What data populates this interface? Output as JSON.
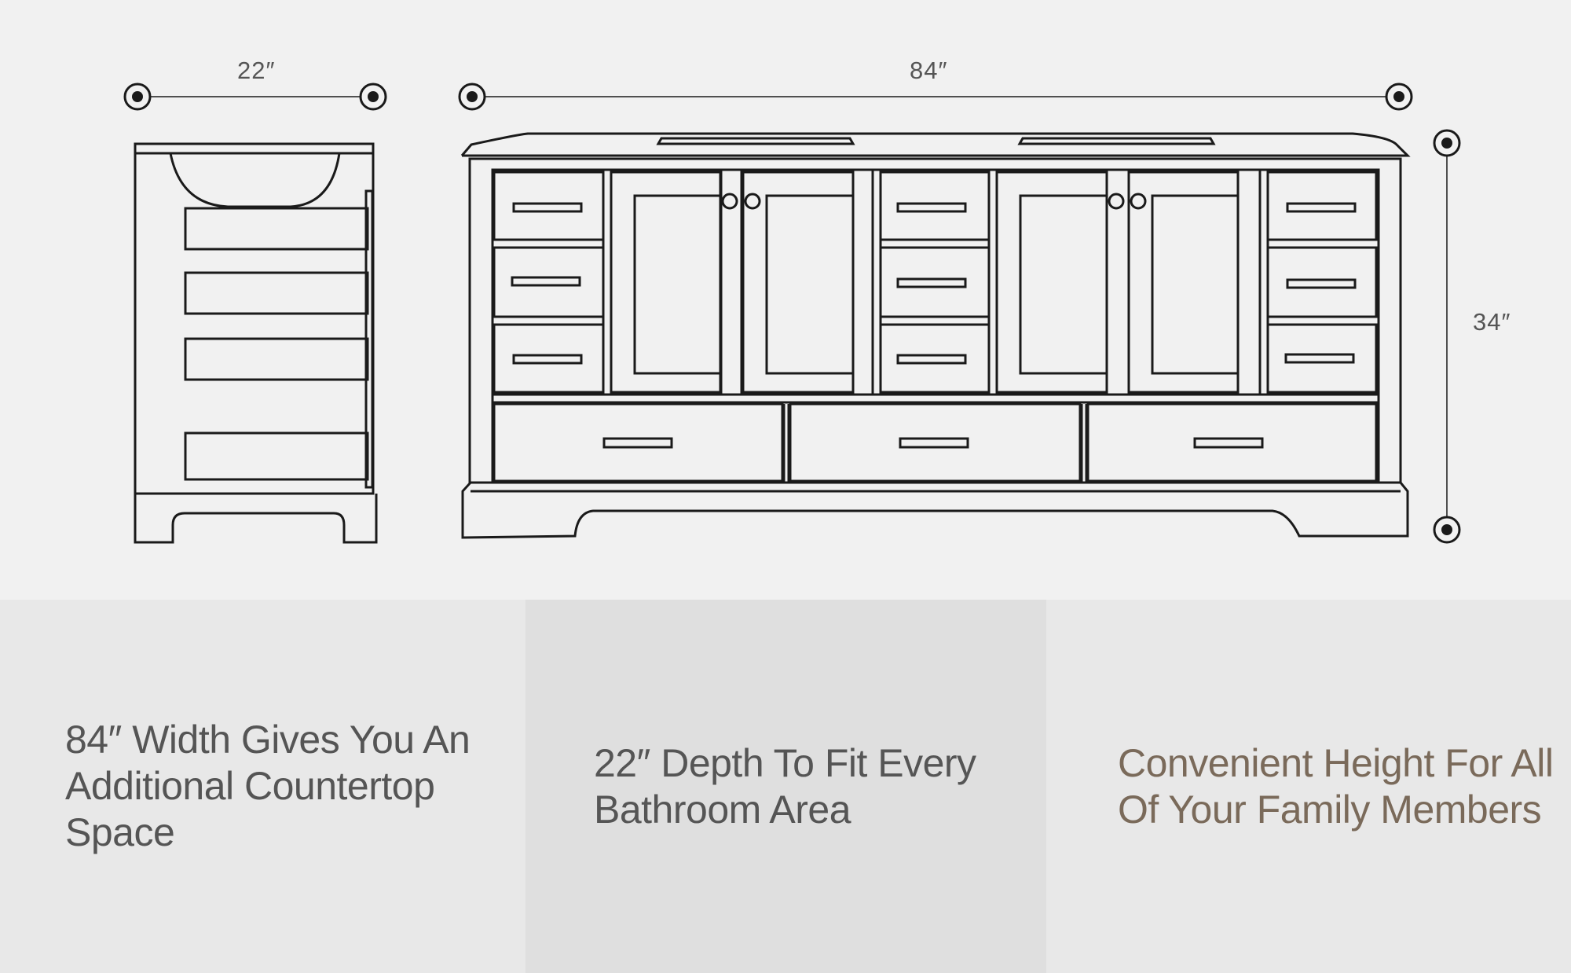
{
  "dimensions": {
    "depth": "22″",
    "width": "84″",
    "height": "34″"
  },
  "panels": [
    {
      "text": "84″ Width Gives You An Additional Countertop Space",
      "background": "#e8e8e8",
      "color": "#555555"
    },
    {
      "text": "22″ Depth To Fit Every Bathroom Area",
      "background": "#dfdfdf",
      "color": "#555555"
    },
    {
      "text": "Convenient Height For All Of Your Family Members",
      "background": "#e8e8e8",
      "color": "#7a6a5a"
    }
  ],
  "colors": {
    "background": "#f1f1f1",
    "line": "#1a1a1a"
  }
}
